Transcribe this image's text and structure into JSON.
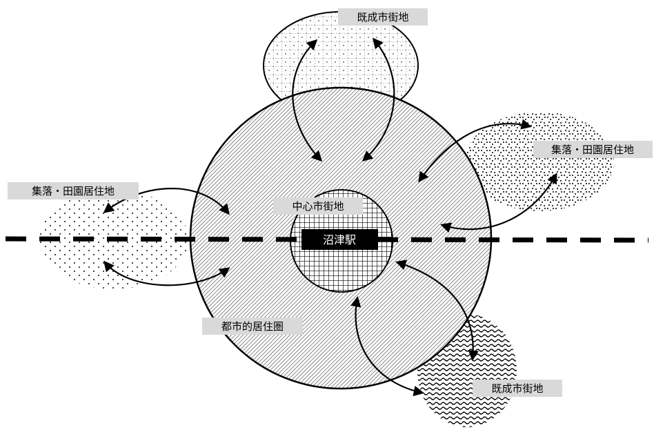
{
  "labels": {
    "top_existing_city": "既成市街地",
    "right_settlement": "集落・田園居住地",
    "left_settlement": "集落・田園居住地",
    "central_city": "中心市街地",
    "station": "沼津駅",
    "urban_residential": "都市的居住圏",
    "bottom_existing_city": "既成市街地"
  },
  "colors": {
    "ink": "#000000",
    "label_bg": "#d9d9d9",
    "station_bg": "#000000",
    "station_text": "#ffffff"
  }
}
